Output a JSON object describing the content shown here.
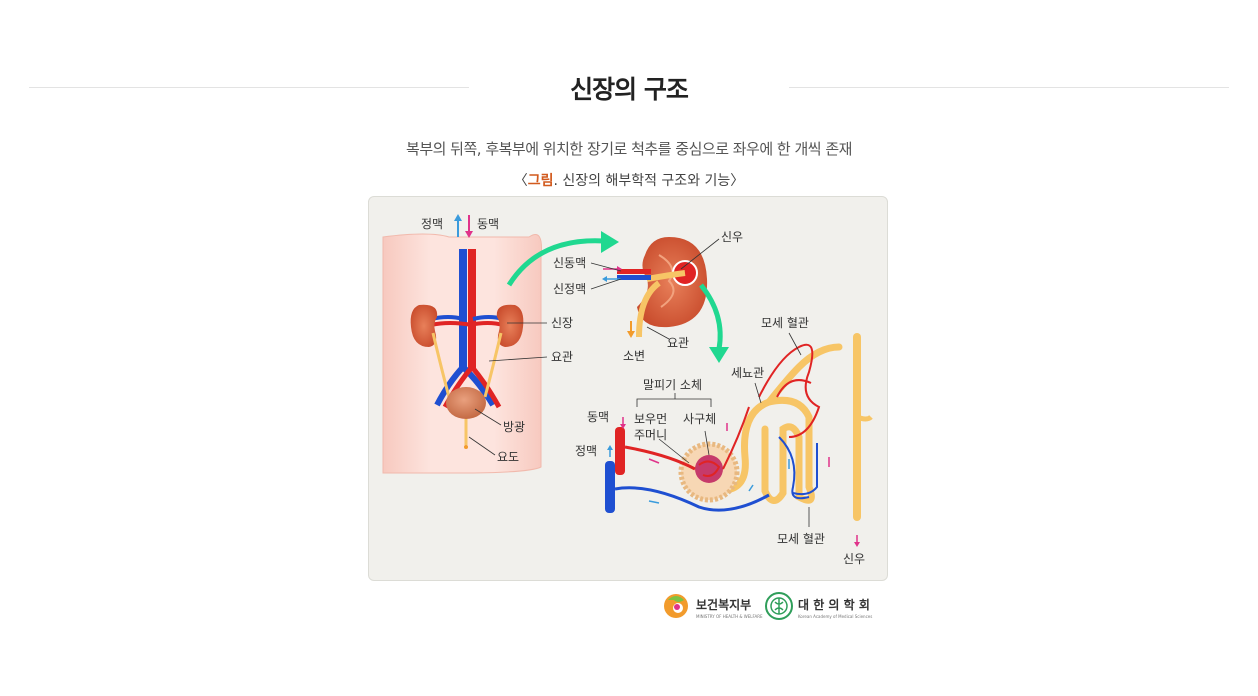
{
  "page": {
    "title": "신장의 구조",
    "description": "복부의 뒤쪽, 후복부에 위치한 장기로 척추를 중심으로 좌우에 한 개씩 존재",
    "caption_open": "〈",
    "caption_highlight": "그림",
    "caption_rest": ". 신장의 해부학적 구조와 기능〉"
  },
  "figure": {
    "labels": {
      "vein_top": "정맥",
      "artery_top": "동맥",
      "kidney": "신장",
      "ureter_left": "요관",
      "bladder": "방광",
      "urethra": "요도",
      "renal_pelvis": "신우",
      "renal_artery": "신동맥",
      "renal_vein": "신정맥",
      "ureter_right": "요관",
      "urine": "소변",
      "capillary_top": "모세 혈관",
      "tubule": "세뇨관",
      "malpighian": "말피기 소체",
      "bowman_1": "보우먼",
      "bowman_2": "주머니",
      "glomerulus": "사구체",
      "artery_mid": "동맥",
      "vein_mid": "정맥",
      "capillary_bottom": "모세 혈관",
      "pelvis_bottom": "신우"
    },
    "colors": {
      "artery": "#e02424",
      "vein": "#1f4fd1",
      "tubule": "#f7c566",
      "kidney": "#d9603b",
      "body": "#fbd9d2",
      "arrow_green": "#20d890",
      "arrow_pink": "#e0338a",
      "arrow_blue": "#3a9bdc"
    }
  },
  "logos": {
    "mohw_name": "보건복지부",
    "mohw_sub": "MINISTRY OF HEALTH & WELFARE",
    "kams_name": "대 한 의 학 회",
    "kams_sub": "Korean Academy of Medical Sciences"
  }
}
